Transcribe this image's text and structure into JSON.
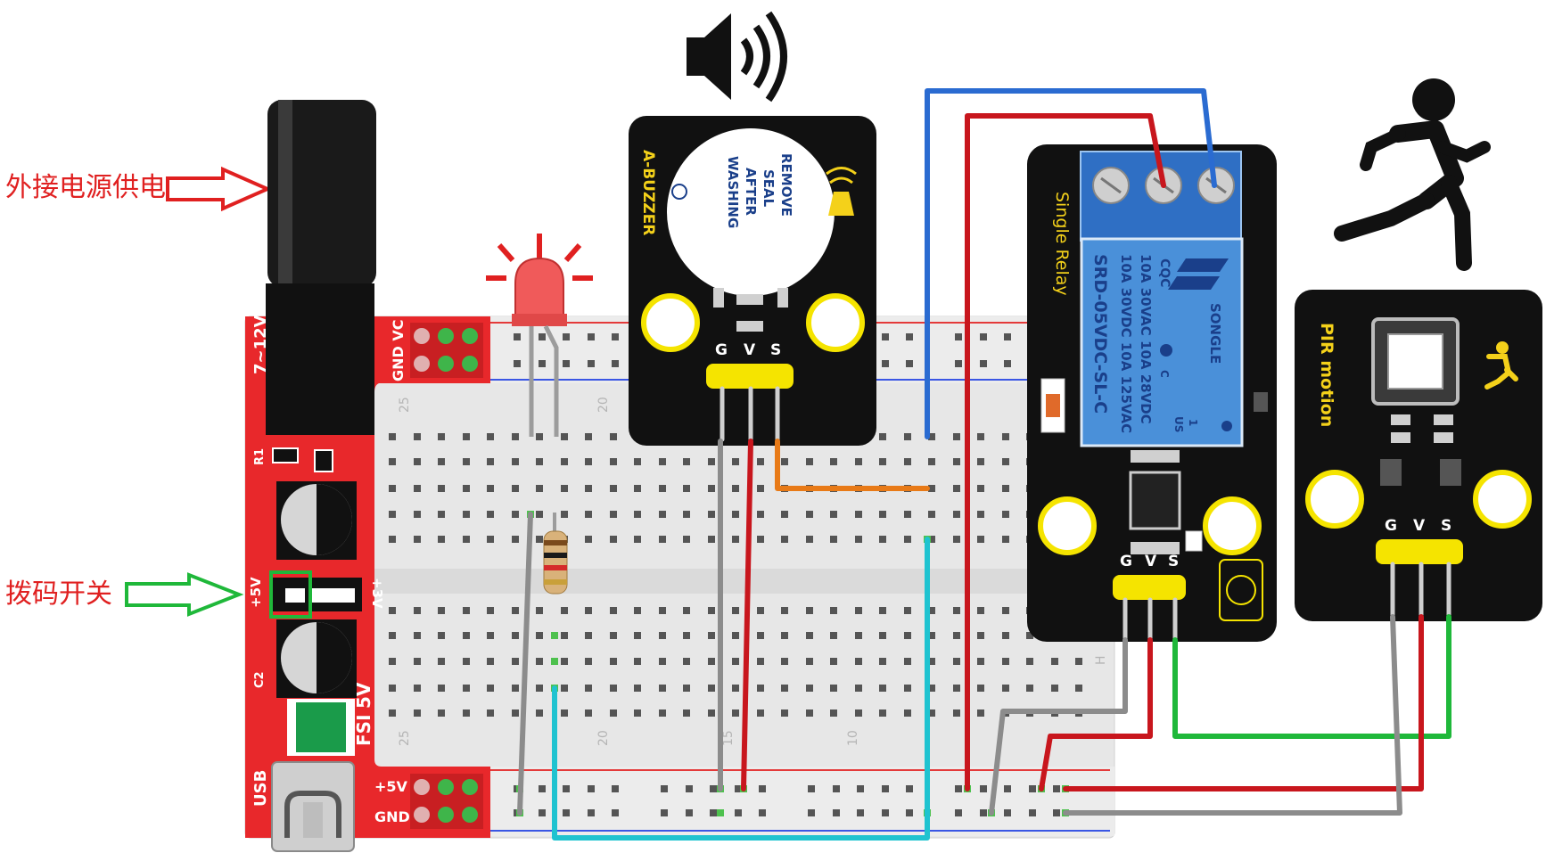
{
  "annotations": {
    "external_power": "外接电源供电",
    "dip_switch": "拨码开关"
  },
  "power_module": {
    "input_voltage": "7~12V",
    "header_top": "GND VC",
    "r1": "R1",
    "c2": "C2",
    "plus5v": "+5V",
    "plus3v": "+3V",
    "fsi": "FSI",
    "v5": "5V",
    "usb": "USB",
    "out_5v": "+5V",
    "out_gnd": "GND"
  },
  "buzzer": {
    "title": "A-BUZZER",
    "seal_lines": [
      "REMOVE",
      "SEAL",
      "AFTER",
      "WASHING"
    ],
    "pins": [
      "G",
      "V",
      "S"
    ]
  },
  "relay": {
    "title": "Single Relay",
    "brand": "SONGLE",
    "cert": "CQC",
    "line1": "10A 30VAC  10A 28VDC",
    "line2": "10A 30VDC  10A 125VAC",
    "model": "SRD-05VDC-SL-C",
    "misc_c": "C",
    "misc_us": "US",
    "misc_1": "1",
    "pins": [
      "G",
      "V",
      "S"
    ]
  },
  "pir": {
    "title": "PIR motion",
    "pins": [
      "G",
      "V",
      "S"
    ]
  },
  "breadboard": {
    "col_labels_top": [
      "25",
      "20"
    ],
    "col_labels_bottom": [
      "25",
      "20",
      "15",
      "10"
    ],
    "row_letter": "H"
  },
  "colors": {
    "power_board": "#e8282b",
    "module_black": "#111111",
    "pin_yellow": "#f5e400",
    "wire_red": "#c8161d",
    "wire_blue": "#2a6bd1",
    "wire_cyan": "#1fc3d0",
    "wire_green": "#1fb83a",
    "wire_gray": "#8c8c8c",
    "wire_orange": "#e87a17",
    "relay_blue": "#4a90d9",
    "arrow_red": "#e02020",
    "arrow_green": "#1fb83a"
  },
  "icons": [
    "speaker-icon",
    "running-person-icon",
    "led-icon",
    "resistor-icon"
  ]
}
